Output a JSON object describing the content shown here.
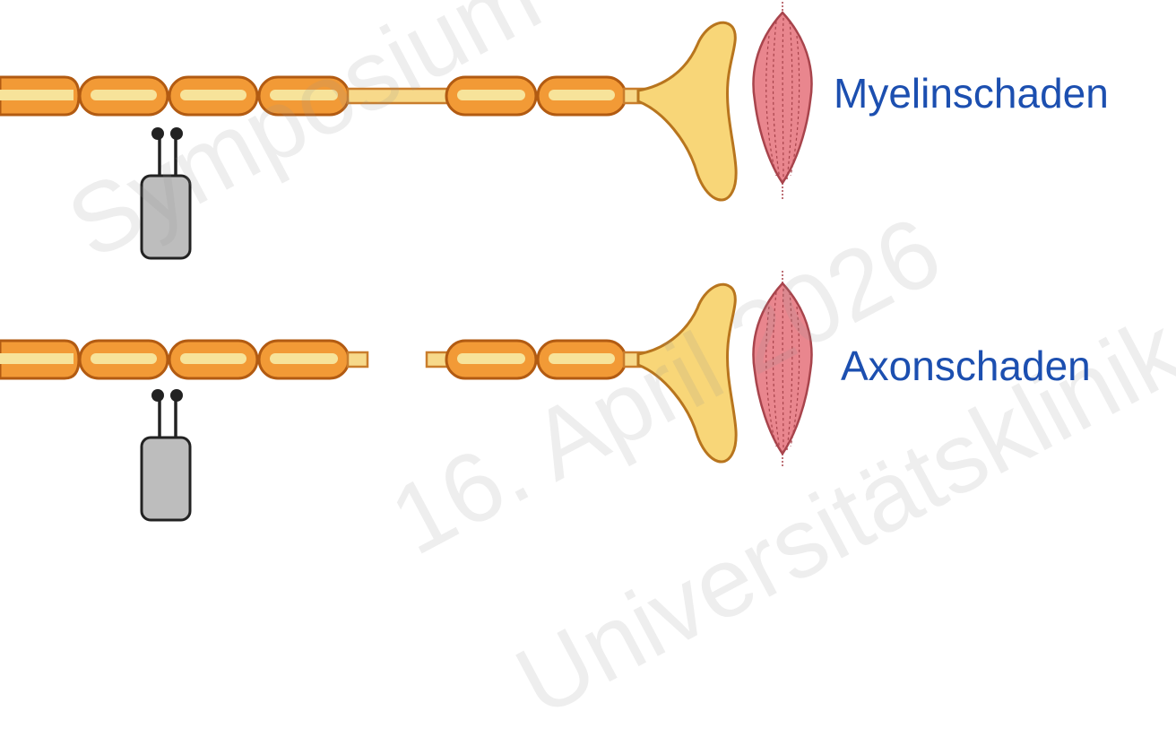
{
  "labels": {
    "myelin_damage": "Myelinschaden",
    "axon_damage": "Axonschaden"
  },
  "watermark": {
    "line1": "Symposium",
    "line2": "16. April 2026",
    "line3": "Universitätsklinik Balgrist"
  },
  "colors": {
    "myelin_fill": "#f29a36",
    "myelin_stroke": "#b25b12",
    "axon_fill": "#f7e39a",
    "terminal_fill": "#f8d678",
    "muscle_fill": "#e9868e",
    "muscle_stroke": "#a8444c",
    "electrode_body": "#bdbdbd",
    "electrode_stroke": "#222222",
    "label_text": "#1c4fb0"
  },
  "icons": {
    "nerve": "nerve-fiber-icon",
    "terminal": "axon-terminal-icon",
    "muscle": "muscle-icon",
    "electrode": "electrode-icon"
  }
}
